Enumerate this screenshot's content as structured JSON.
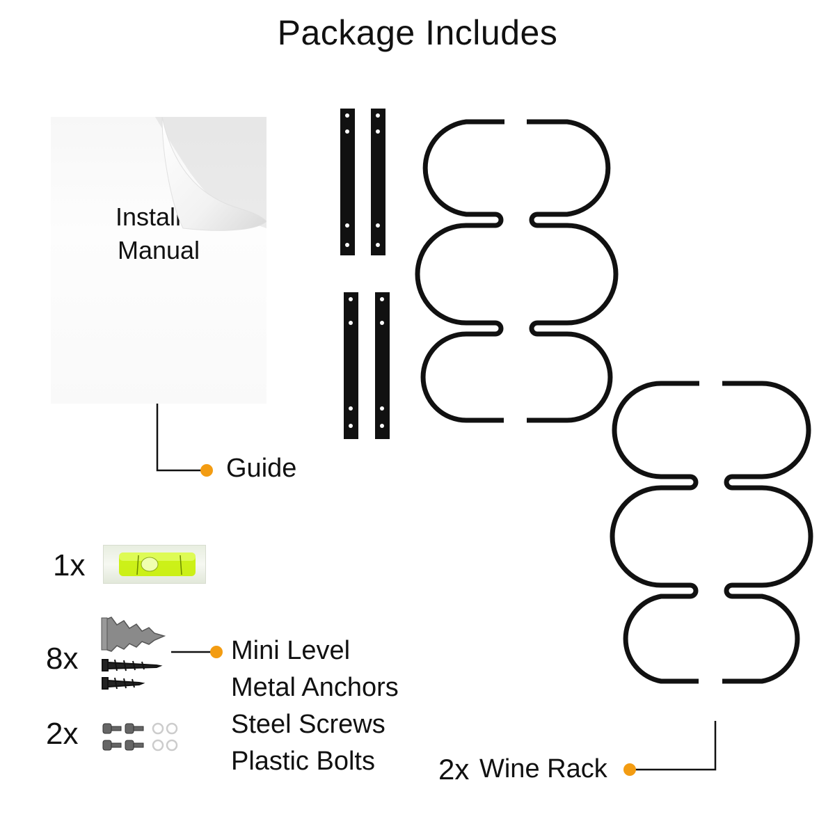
{
  "title": "Package Includes",
  "manual": {
    "line1": "Installat",
    "line2": "Manual"
  },
  "guide_label": "Guide",
  "quantities": {
    "level": "1x",
    "anchors": "8x",
    "bolts": "2x"
  },
  "items": [
    "Mini Level",
    "Metal Anchors",
    "Steel Screws",
    "Plastic Bolts"
  ],
  "wine_rack": {
    "qty": "2x",
    "label": "Wine Rack"
  },
  "colors": {
    "accent_dot": "#f39c12",
    "metal": "#111111",
    "level_fluid": "#c8f000"
  }
}
